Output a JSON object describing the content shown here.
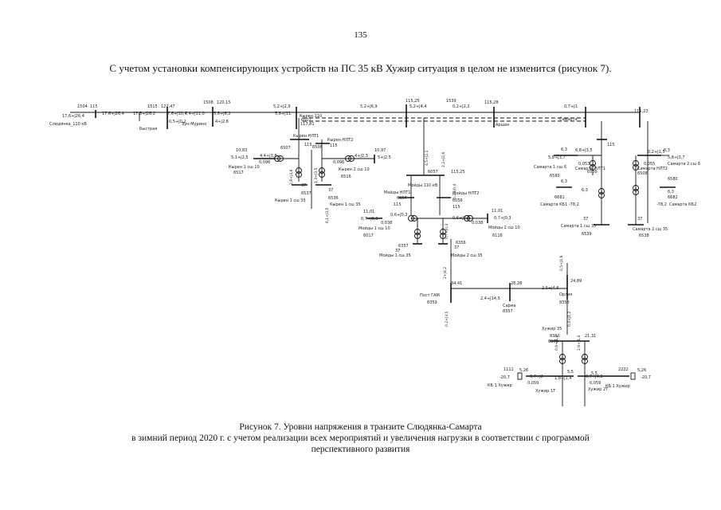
{
  "page": {
    "number": "135"
  },
  "intro_text": "С учетом установки компенсирующих устройств на ПС 35 кВ Хужир ситуация в целом не изменится (рисунок 7).",
  "caption": {
    "line1": "Рисунок 7. Уровни напряжения в транзите Слюдянка-Самарта",
    "line2": "в зимний период 2020 г. с учетом реализации всех мероприятий и увеличения нагрузки в соответствии с программой",
    "line3": "перспективного развития"
  },
  "diagram": {
    "labels": [
      {
        "t": "1504"
      },
      {
        "t": "115"
      },
      {
        "t": "17,6+J26,4"
      },
      {
        "t": "Слюдянка_110 кВ"
      },
      {
        "t": "17,6+J26,4"
      },
      {
        "t": "1515"
      },
      {
        "t": "17,5+J26,2"
      },
      {
        "t": "122,47"
      },
      {
        "t": "Быстрая"
      },
      {
        "t": "7,6+J10,4"
      },
      {
        "t": "0,5+J0,2"
      },
      {
        "t": "1508"
      },
      {
        "t": "120,15"
      },
      {
        "t": "7,4+J11,0"
      },
      {
        "t": "Зун-Мурино"
      },
      {
        "t": "5,8+J6,2"
      },
      {
        "t": "4+J2,8"
      },
      {
        "t": "5,2+J2,9"
      },
      {
        "t": "5,8+J11,"
      },
      {
        "t": "Кырен 110"
      },
      {
        "t": "6507"
      },
      {
        "t": "117,81"
      },
      {
        "t": "5,2+J6,9"
      },
      {
        "t": "115,25"
      },
      {
        "t": "5,2+J4,4"
      },
      {
        "t": "1539"
      },
      {
        "t": "115,28"
      },
      {
        "t": "0,2+J2,2"
      },
      {
        "t": "Аршан"
      },
      {
        "t": "0,7+J1"
      },
      {
        "t": "Самарта"
      },
      {
        "t": "115,23"
      },
      {
        "t": "Кырен НЛТ1"
      },
      {
        "t": "6507"
      },
      {
        "t": "115"
      },
      {
        "t": "4,4+J3,8"
      },
      {
        "t": "10,83"
      },
      {
        "t": "5,1+J2,5"
      },
      {
        "t": "0,096"
      },
      {
        "t": "Кырен 1 сш 10"
      },
      {
        "t": "6517"
      },
      {
        "t": "Кырен НЛТ2"
      },
      {
        "t": "6506"
      },
      {
        "t": "115"
      },
      {
        "t": "4+J2,3"
      },
      {
        "t": "10,97"
      },
      {
        "t": "5+J2,5"
      },
      {
        "t": "0,096"
      },
      {
        "t": "Кырен 2 сш 10"
      },
      {
        "t": "6516"
      },
      {
        "t": "37"
      },
      {
        "t": "6537"
      },
      {
        "t": "Кырен 1 сш 35"
      },
      {
        "t": "37"
      },
      {
        "t": "6536"
      },
      {
        "t": "Кырен 1 сш 35"
      },
      {
        "t": "6057"
      },
      {
        "t": "115,25"
      },
      {
        "t": "Мойды 110 кВ"
      },
      {
        "t": "Мойды НЛТ1"
      },
      {
        "t": "6057"
      },
      {
        "t": "115"
      },
      {
        "t": "0,6+J0,3"
      },
      {
        "t": "11,01"
      },
      {
        "t": "0,7+J0,3"
      },
      {
        "t": "0,038"
      },
      {
        "t": "Мойды 1 сш 10"
      },
      {
        "t": "6017"
      },
      {
        "t": "6357"
      },
      {
        "t": "37"
      },
      {
        "t": "Мойды 1 сш 35"
      },
      {
        "t": "Мойды НЛТ2"
      },
      {
        "t": "6056"
      },
      {
        "t": "115"
      },
      {
        "t": "0,6+J0,3"
      },
      {
        "t": "11,01"
      },
      {
        "t": "0,7+J0,3"
      },
      {
        "t": "0,038"
      },
      {
        "t": "Мойды 2 сш 10"
      },
      {
        "t": "6116"
      },
      {
        "t": "6356"
      },
      {
        "t": "37"
      },
      {
        "t": "Мойды 2 сш 35"
      },
      {
        "t": "6,3"
      },
      {
        "t": "5,8+J3,7"
      },
      {
        "t": "6,8+J3,5"
      },
      {
        "t": "0,053"
      },
      {
        "t": "Самарта 1 сш 6"
      },
      {
        "t": "Самарта НЛТ1"
      },
      {
        "t": "6509"
      },
      {
        "t": "115"
      },
      {
        "t": "6,3"
      },
      {
        "t": "6580"
      },
      {
        "t": "6681"
      },
      {
        "t": "Самарта КБ1 -78,2"
      },
      {
        "t": "6,3"
      },
      {
        "t": "37"
      },
      {
        "t": "Самарта 1 сш 35"
      },
      {
        "t": "6539"
      },
      {
        "t": "6,3"
      },
      {
        "t": "0,2+J1,5"
      },
      {
        "t": "5,8+J3,7"
      },
      {
        "t": "0,055"
      },
      {
        "t": "Самарта НЛТ2"
      },
      {
        "t": "6508"
      },
      {
        "t": "Самарта 2 сш 6"
      },
      {
        "t": "6580"
      },
      {
        "t": "6,3"
      },
      {
        "t": "6682"
      },
      {
        "t": "-78,2"
      },
      {
        "t": "Самарта КБ2"
      },
      {
        "t": "37"
      },
      {
        "t": "Самарта 2 сш 35"
      },
      {
        "t": "6538"
      },
      {
        "t": "34,41"
      },
      {
        "t": "Пост ГАМ"
      },
      {
        "t": "8359"
      },
      {
        "t": "28,28"
      },
      {
        "t": "2,4+J14,5"
      },
      {
        "t": "Сарма"
      },
      {
        "t": "8357"
      },
      {
        "t": "2,5+J4,6"
      },
      {
        "t": "24,89"
      },
      {
        "t": "Орлик"
      },
      {
        "t": "8358"
      },
      {
        "t": "Хужир 35"
      },
      {
        "t": "8350"
      },
      {
        "t": "21,31"
      },
      {
        "t": "1111"
      },
      {
        "t": "-20,7"
      },
      {
        "t": "5,26"
      },
      {
        "t": "0,7+J2"
      },
      {
        "t": "0,059"
      },
      {
        "t": "КБ 1 Хужир"
      },
      {
        "t": "Хужир 1Т"
      },
      {
        "t": "5,5"
      },
      {
        "t": "2222"
      },
      {
        "t": "5,26"
      },
      {
        "t": "0,059"
      },
      {
        "t": "5,5"
      },
      {
        "t": "-20,7"
      },
      {
        "t": "Хужир 2Т"
      },
      {
        "t": "КБ 1 Хужир"
      },
      {
        "t": "8350"
      },
      {
        "t": "0,7+J4,3"
      },
      {
        "t": "1,8+J1,4"
      },
      {
        "t": "2,8+J3,8"
      },
      {
        "t": "1,3+J3,5"
      },
      {
        "t": "6,1+J3,5"
      },
      {
        "t": "4,5+J2,1"
      },
      {
        "t": "2,2+J2,6"
      },
      {
        "t": "0,2+J0,4"
      },
      {
        "t": "0,7+J0,3"
      },
      {
        "t": "2+J4,2"
      },
      {
        "t": "0,2+J3,1"
      },
      {
        "t": "0,5+J1,6"
      },
      {
        "t": "0,4+J1,2"
      },
      {
        "t": "0,9+J1,2"
      },
      {
        "t": "2,6+J1,4"
      }
    ]
  }
}
